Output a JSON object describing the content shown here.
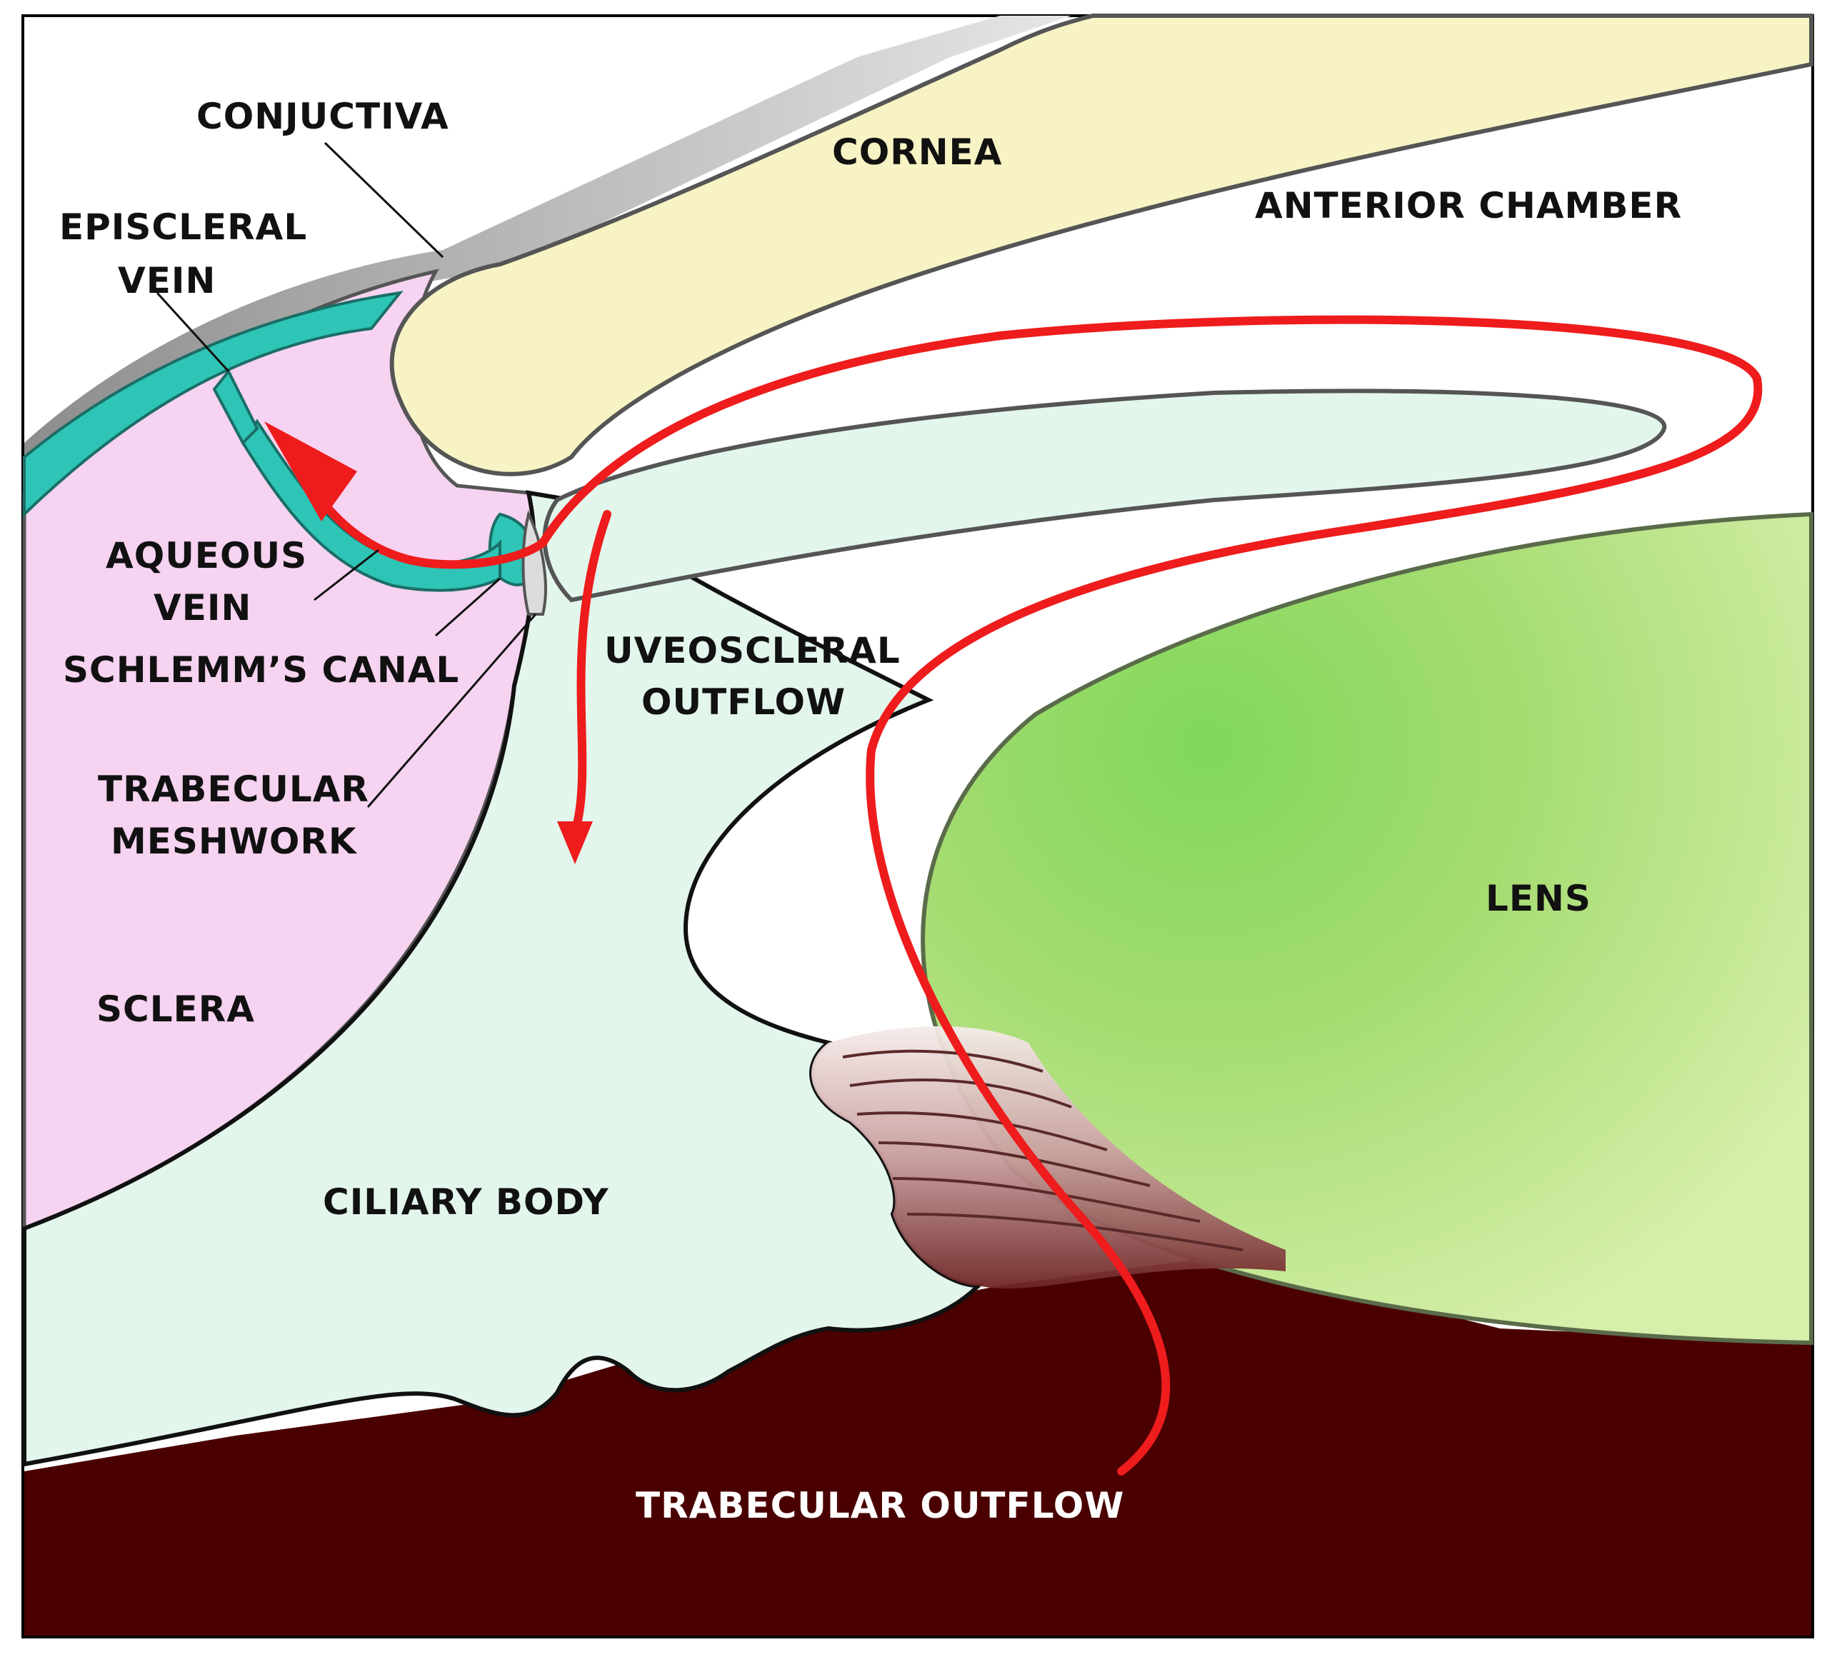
{
  "labels": {
    "conjunctiva": "CONJUCTIVA",
    "cornea": "CORNEA",
    "anterior_chamber": "ANTERIOR CHAMBER",
    "episcleral_vein_line1": "EPISCLERAL",
    "episcleral_vein_line2": "VEIN",
    "aqueous_vein_line1": "AQUEOUS",
    "aqueous_vein_line2": "VEIN",
    "schlemms_canal": "SCHLEMM’S CANAL",
    "uveoscleral_outflow_line1": "UVEOSCLERAL",
    "uveoscleral_outflow_line2": "OUTFLOW",
    "trabecular_meshwork_line1": "TRABECULAR",
    "trabecular_meshwork_line2": "MESHWORK",
    "lens": "LENS",
    "sclera": "SCLERA",
    "ciliary_body": "CILIARY BODY",
    "trabecular_outflow": "TRABECULAR OUTFLOW"
  },
  "colors": {
    "cornea": "#f7f3c4",
    "sclera": "#f6d3f0",
    "ciliary_body": "#e3f6ec",
    "vein": "#2ec4b6",
    "lens": "#a6dc72",
    "choroid": "#4a0000",
    "zonules": "#a0686a",
    "flow_arrow": "#ee1c1c"
  }
}
